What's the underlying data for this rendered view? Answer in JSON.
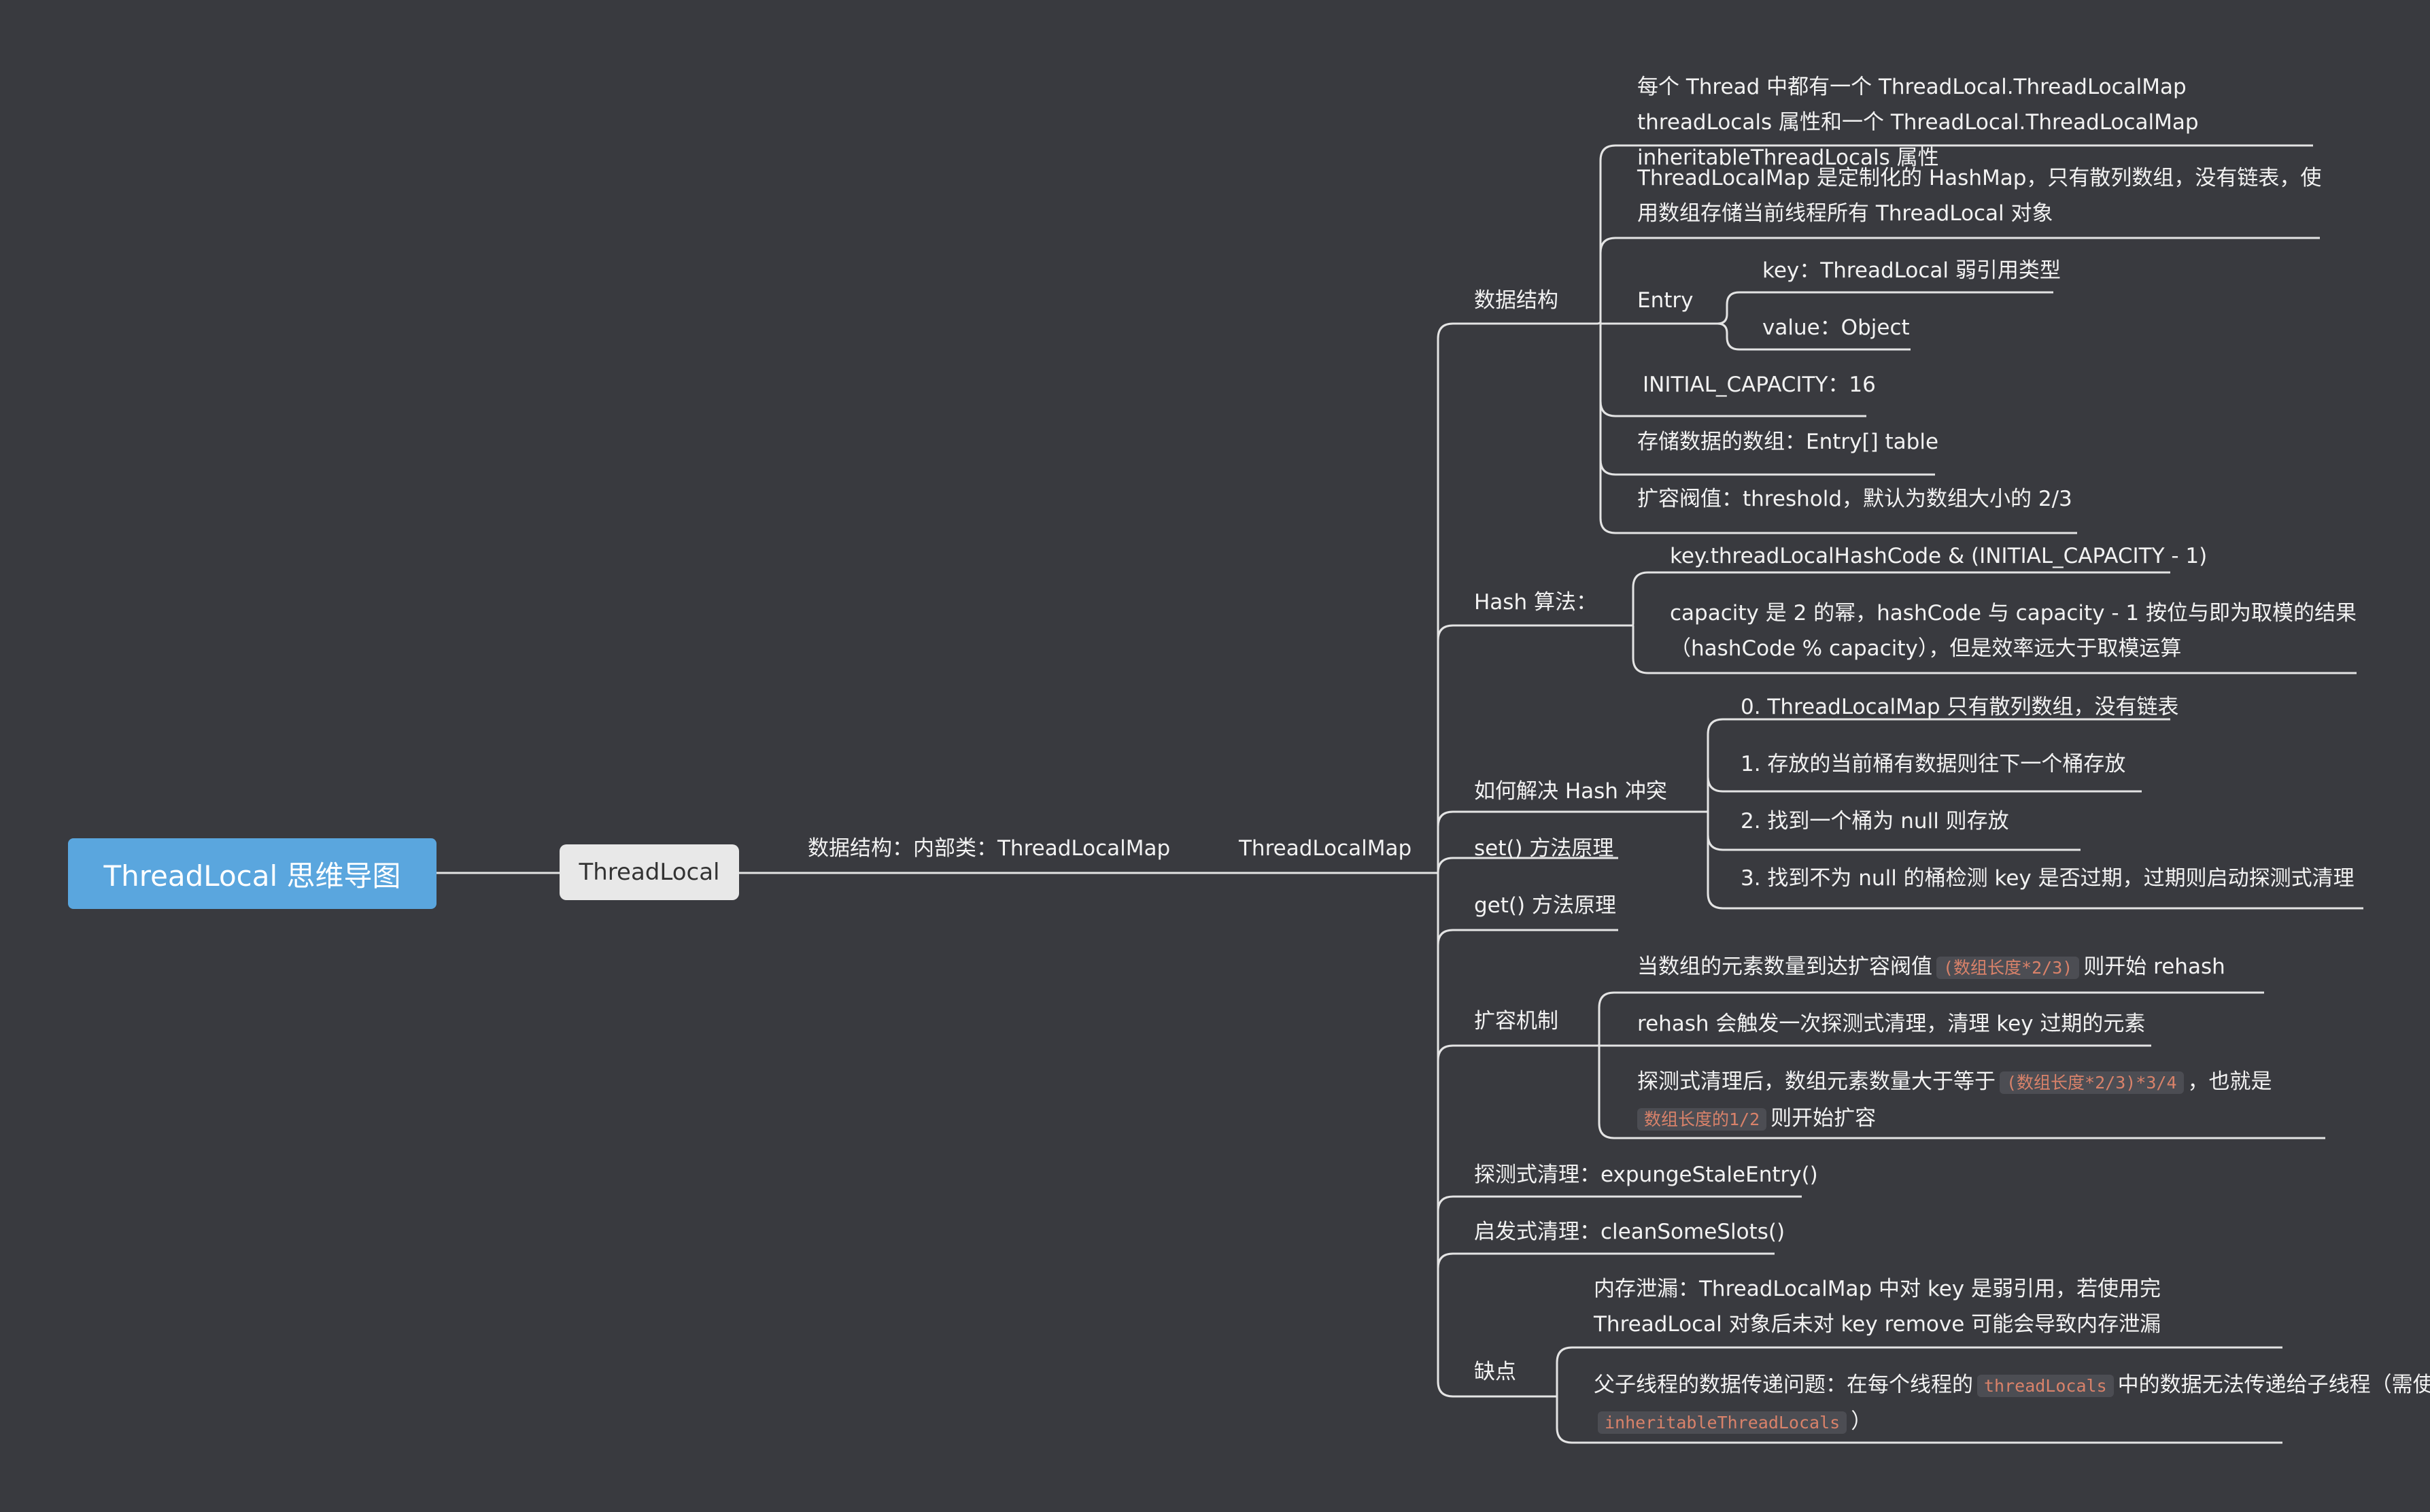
{
  "root": "ThreadLocal 思维导图",
  "threadlocal": "ThreadLocal",
  "inner_class": "数据结构：内部类：ThreadLocalMap",
  "map": "ThreadLocalMap",
  "data_structure": {
    "label": "数据结构",
    "thread_fields": "每个 Thread 中都有一个 ThreadLocal.ThreadLocalMap threadLocals 属性和一个 ThreadLocal.ThreadLocalMap inheritableThreadLocals 属性",
    "custom_hashmap": "ThreadLocalMap 是定制化的 HashMap，只有散列数组，没有链表，使用数组存储当前线程所有 ThreadLocal 对象",
    "entry": {
      "label": "Entry",
      "key": "key：ThreadLocal 弱引用类型",
      "value": "value：Object"
    },
    "initial_capacity": "INITIAL_CAPACITY：16",
    "table": "存储数据的数组：Entry[] table",
    "threshold": "扩容阀值：threshold，默认为数组大小的 2/3"
  },
  "hash": {
    "label": "Hash 算法：",
    "formula": "key.threadLocalHashCode & (INITIAL_CAPACITY - 1)",
    "note": "capacity 是 2 的幂，hashCode 与 capacity - 1 按位与即为取模的结果（hashCode % capacity），但是效率远大于取模运算"
  },
  "collision": {
    "label": "如何解决 Hash 冲突",
    "items": [
      "0. ThreadLocalMap 只有散列数组，没有链表",
      "1. 存放的当前桶有数据则往下一个桶存放",
      "2. 找到一个桶为 null 则存放",
      "3. 找到不为 null 的桶检测 key 是否过期，过期则启动探测式清理"
    ]
  },
  "set_method": "set() 方法原理",
  "get_method": "get() 方法原理",
  "resize": {
    "label": "扩容机制",
    "r1_pre": "当数组的元素数量到达扩容阀值",
    "r1_code": "(数组长度*2/3)",
    "r1_post": "则开始 rehash",
    "r2": "rehash 会触发一次探测式清理，清理 key 过期的元素",
    "r3_pre": "探测式清理后，数组元素数量大于等于",
    "r3_code1": "(数组长度*2/3)*3/4",
    "r3_mid": "，也就是",
    "r3_code2": "数组长度的1/2",
    "r3_post": "则开始扩容"
  },
  "expunge": "探测式清理：expungeStaleEntry()",
  "clean": "启发式清理：cleanSomeSlots()",
  "drawbacks": {
    "label": "缺点",
    "leak": "内存泄漏：ThreadLocalMap 中对 key 是弱引用，若使用完 ThreadLocal 对象后未对 key remove 可能会导致内存泄漏",
    "p_pre": "父子线程的数据传递问题：在每个线程的",
    "p_code1": "threadLocals",
    "p_mid": "中的数据无法传递给子线程（需使用",
    "p_code2": "inheritableThreadLocals",
    "p_post": "）"
  },
  "colors": {
    "background": "#393a3f",
    "root": "#5aa6de",
    "node": "#e8e8e8",
    "line": "#e6e6e6"
  }
}
